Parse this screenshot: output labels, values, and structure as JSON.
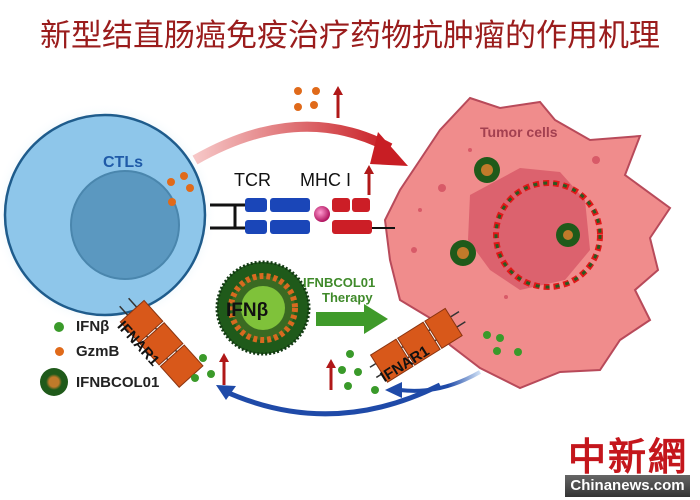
{
  "title": "新型结直肠癌免疫治疗药物抗肿瘤的作用机理",
  "diagram": {
    "ctl_label": "CTLs",
    "tumor_label": "Tumor cells",
    "tcr_label": "TCR",
    "mhc_label": "MHC I",
    "ifnar1_left": "IFNAR1",
    "ifnar1_right": "IFNAR1",
    "nanoparticle_label": "IFNβ",
    "therapy_label_line1": "IFNBCOL01",
    "therapy_label_line2": "Therapy"
  },
  "legend": {
    "items": [
      {
        "label": "IFNβ",
        "color": "#3a9a2a",
        "icon": "green-dot"
      },
      {
        "label": "GzmB",
        "color": "#e06a1a",
        "icon": "orange-dot"
      },
      {
        "label": "IFNBCOL01",
        "color": "#1f5a1a",
        "icon": "nanoparticle"
      }
    ]
  },
  "watermark": {
    "chinese": "中新網",
    "english": "Chinanews.com"
  },
  "colors": {
    "title": "#9a1c1c",
    "ctl_fill": "#8ec6ea",
    "ctl_nucleus": "#5b98c0",
    "tumor_fill": "#f08c8c",
    "tumor_nucleus": "#d85a68",
    "receptor": "#d8581a",
    "tcr": "#1a46b8",
    "mhc": "#cc1e26",
    "arrow_red": "#c81e24",
    "arrow_blue": "#1f4aa8",
    "arrow_green": "#3f9a2a"
  }
}
